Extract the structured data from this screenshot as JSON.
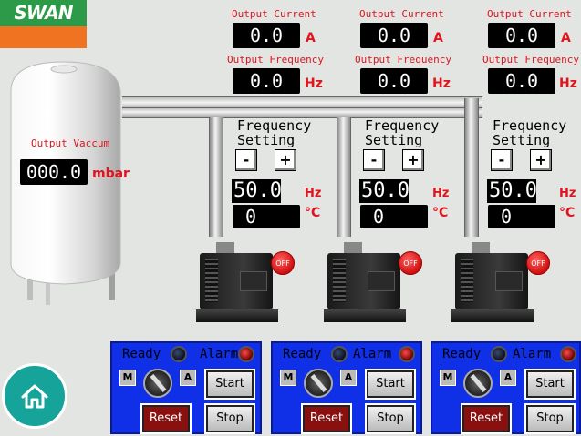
{
  "logo": {
    "text": "SWAN"
  },
  "tank": {
    "label": "Output Vaccum",
    "value": "000.0",
    "unit": "mbar"
  },
  "pumps": [
    {
      "output_current_label": "Output Current",
      "current": "0.0",
      "current_unit": "A",
      "output_frequency_label": "Output Frequency",
      "frequency": "0.0",
      "frequency_unit": "Hz",
      "setting_line1": "Frequency",
      "setting_line2": "Setting",
      "minus": "-",
      "plus": "+",
      "set_freq": "50.0",
      "set_freq_unit": "Hz",
      "temp": "0",
      "temp_unit": "°C",
      "off": "OFF",
      "ready": "Ready",
      "alarm": "Alarm",
      "manual": "M",
      "auto": "A",
      "start": "Start",
      "reset": "Reset",
      "stop": "Stop"
    },
    {
      "output_current_label": "Output Current",
      "current": "0.0",
      "current_unit": "A",
      "output_frequency_label": "Output Frequency",
      "frequency": "0.0",
      "frequency_unit": "Hz",
      "setting_line1": "Frequency",
      "setting_line2": "Setting",
      "minus": "-",
      "plus": "+",
      "set_freq": "50.0",
      "set_freq_unit": "Hz",
      "temp": "0",
      "temp_unit": "°C",
      "off": "OFF",
      "ready": "Ready",
      "alarm": "Alarm",
      "manual": "M",
      "auto": "A",
      "start": "Start",
      "reset": "Reset",
      "stop": "Stop"
    },
    {
      "output_current_label": "Output Current",
      "current": "0.0",
      "current_unit": "A",
      "output_frequency_label": "Output Frequency",
      "frequency": "0.0",
      "frequency_unit": "Hz",
      "setting_line1": "Frequency",
      "setting_line2": "Setting",
      "minus": "-",
      "plus": "+",
      "set_freq": "50.0",
      "set_freq_unit": "Hz",
      "temp": "0",
      "temp_unit": "°C",
      "off": "OFF",
      "ready": "Ready",
      "alarm": "Alarm",
      "manual": "M",
      "auto": "A",
      "start": "Start",
      "reset": "Reset",
      "stop": "Stop"
    }
  ],
  "colors": {
    "label_red": "#e0141e",
    "panel_blue": "#1030e8",
    "home_teal": "#15a39a",
    "logo_green": "#2c9a48",
    "logo_orange": "#ef7320"
  },
  "icons": {
    "home": "home-icon"
  }
}
